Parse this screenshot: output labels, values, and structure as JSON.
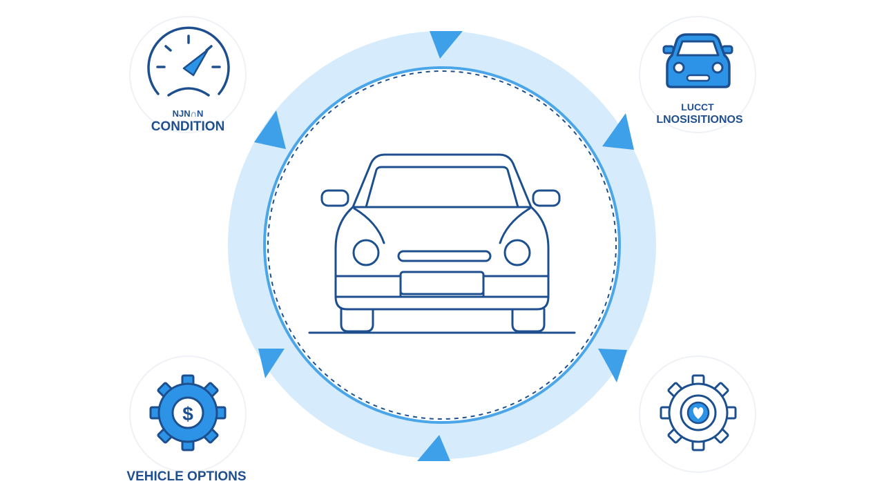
{
  "colors": {
    "ring_light": "#d6ebfb",
    "ring_line": "#4aa6e8",
    "arrow": "#3fa0ea",
    "navy": "#1d4f8f",
    "bright_blue": "#2c93e6",
    "badge_border": "#eef1f5"
  },
  "center": {
    "icon": "car-front-icon"
  },
  "nodes": {
    "top_left": {
      "icon": "speedometer-icon",
      "label_small": "NJN∩N",
      "label": "CONDITION"
    },
    "top_right": {
      "icon": "car-badge-icon",
      "label_small": "LUCCT",
      "label": "LNOSISITIONOS"
    },
    "bottom_left": {
      "icon": "dollar-gear-icon",
      "label": "VEHICLE OPTIONS"
    },
    "bottom_right": {
      "icon": "heart-gear-icon"
    }
  },
  "cycle_arrows": [
    "top",
    "upper-left",
    "upper-right",
    "lower-left",
    "lower-right",
    "bottom"
  ]
}
